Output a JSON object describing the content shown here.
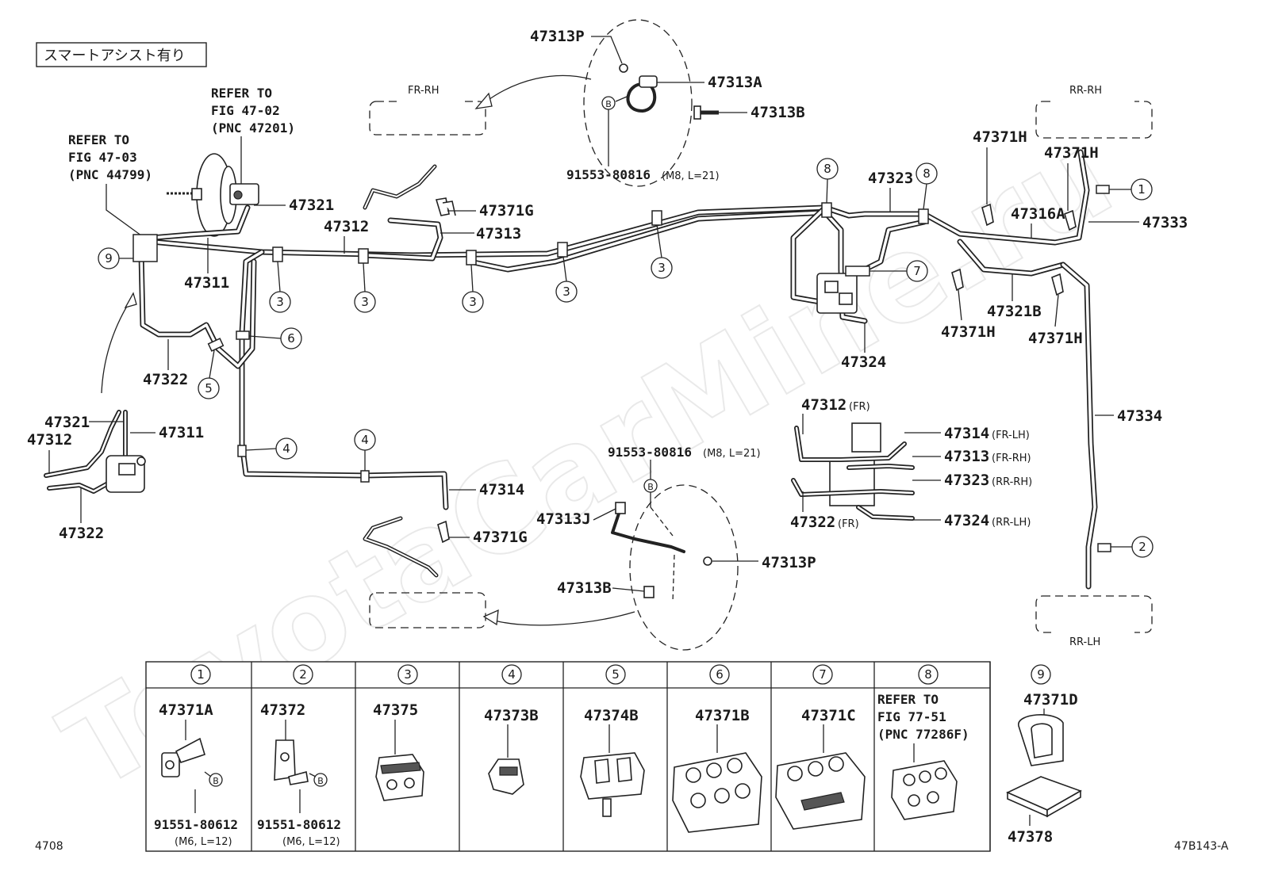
{
  "variant_note": "スマートアシスト有り",
  "watermark": "ToyotaCarMine.ru",
  "refer_a": [
    "REFER TO",
    "FIG 47-02",
    "(PNC 47201)"
  ],
  "refer_b": [
    "REFER TO",
    "FIG 47-03",
    "(PNC 44799)"
  ],
  "wheels": {
    "fr_rh": "FR-RH",
    "rr_rh": "RR-RH",
    "fr_lh": "",
    "rr_lh": "RR-LH"
  },
  "parts": {
    "p47313P_top": "47313P",
    "p47313A": "47313A",
    "p47313B_top": "47313B",
    "bolt_top": "91553-80816",
    "bolt_top_spec": "(M8, L=21)",
    "p47371G_top": "47371G",
    "p47313": "47313",
    "p47312": "47312",
    "p47321": "47321",
    "p47311": "47311",
    "p47322": "47322",
    "p47323": "47323",
    "p47324": "47324",
    "p47371H_a": "47371H",
    "p47371H_b": "47371H",
    "p47316A": "47316A",
    "p47333": "47333",
    "p47321B": "47321B",
    "p47371H_c": "47371H",
    "p47371H_d": "47371H",
    "p47334": "47334",
    "det_47321": "47321",
    "det_47311": "47311",
    "det_47312": "47312",
    "det_47322": "47322",
    "p47314": "47314",
    "p47371G_bot": "47371G",
    "bolt_bot": "91553-80816",
    "bolt_bot_spec": "(M8, L=21)",
    "p47313J": "47313J",
    "p47313P_bot": "47313P",
    "p47313B_bot": "47313B",
    "blk_47312": "47312",
    "blk_47312_sfx": "(FR)",
    "blk_47314": "47314",
    "blk_47314_sfx": "(FR-LH)",
    "blk_47313": "47313",
    "blk_47313_sfx": "(FR-RH)",
    "blk_47323": "47323",
    "blk_47323_sfx": "(RR-RH)",
    "blk_47322": "47322",
    "blk_47322_sfx": "(FR)",
    "blk_47324": "47324",
    "blk_47324_sfx": "(RR-LH)",
    "bolt_marker": "B"
  },
  "callouts": {
    "c1": "1",
    "c2": "2",
    "c3": "3",
    "c4": "4",
    "c5": "5",
    "c6": "6",
    "c7": "7",
    "c8": "8",
    "c9": "9"
  },
  "legend": {
    "headers": [
      "1",
      "2",
      "3",
      "4",
      "5",
      "6",
      "7",
      "8",
      "9"
    ],
    "cells": [
      {
        "part": "47371A",
        "bolt": "91551-80612",
        "spec": "(M6, L=12)"
      },
      {
        "part": "47372",
        "bolt": "91551-80612",
        "spec": "(M6, L=12)"
      },
      {
        "part": "47375"
      },
      {
        "part": "47373B"
      },
      {
        "part": "47374B"
      },
      {
        "part": "47371B"
      },
      {
        "part": "47371C"
      },
      {
        "refer": [
          "REFER TO",
          "FIG 77-51",
          "(PNC 77286F)"
        ]
      },
      {
        "part": "47371D",
        "part2": "47378"
      }
    ]
  },
  "footer": {
    "left": "4708",
    "right": "47B143-A"
  }
}
